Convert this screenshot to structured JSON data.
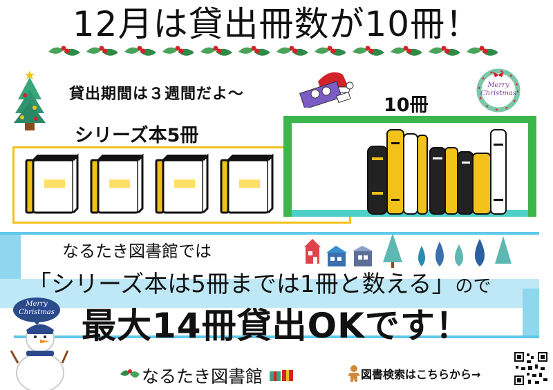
{
  "title": "12月は貸出冊数が10冊！",
  "period_text": "貸出期間は３週間だよ～",
  "series_label": "シリーズ本5冊",
  "ten_label": "10冊",
  "wreath_text": {
    "line1": "Merry",
    "line2": "Christmas"
  },
  "rule": {
    "line1": "なるたき図書館では",
    "line2_main": "「シリーズ本は5冊までは1冊と数える」",
    "line2_suffix": "ので",
    "line3": "最大14冊貸出OKです！"
  },
  "snowman_bubble": {
    "line1": "Merry",
    "line2": "Christmas"
  },
  "footer": {
    "library_name": "なるたき図書館",
    "search_link": "図書検索はこちらから→"
  },
  "colors": {
    "accent_yellow": "#f2c21a",
    "band_blue": "#5ec9ea",
    "shelf_green": "#3cb54a",
    "red": "#d3232a"
  }
}
